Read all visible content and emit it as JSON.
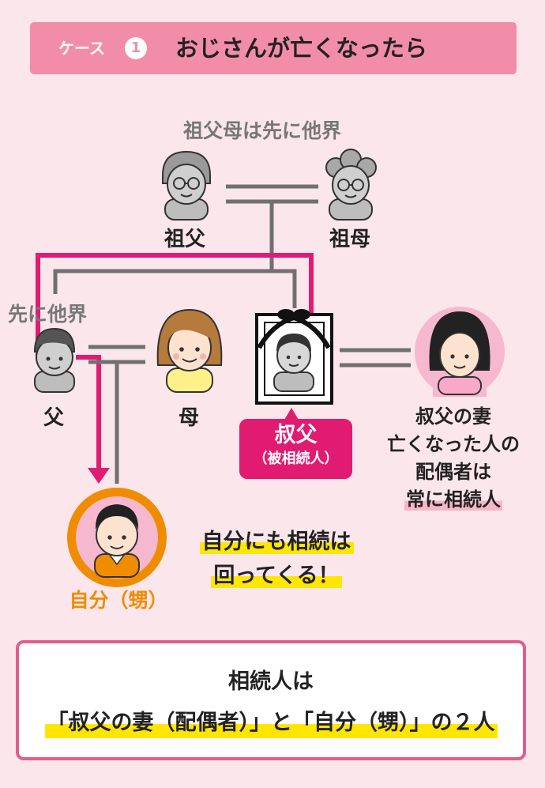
{
  "header": {
    "case_label": "ケース",
    "case_number": "1",
    "title": "おじさんが亡くなったら"
  },
  "notes": {
    "grandparents_deceased": "祖父母は先に他界",
    "father_deceased": "先に他界"
  },
  "people": {
    "grandfather": "祖父",
    "grandmother": "祖母",
    "father": "父",
    "mother": "母",
    "self": "自分（甥）"
  },
  "callout": {
    "name": "叔父",
    "role": "（被相続人）"
  },
  "wife_note": {
    "line1": "叔父の妻",
    "line2": "亡くなった人の",
    "line3": "配偶者は",
    "line4": "常に相続人"
  },
  "self_note": {
    "line1": "自分にも相続は",
    "line2": "回ってくる！"
  },
  "result": {
    "line1": "相続人は",
    "line2": "「叔父の妻（配偶者）」と「自分（甥）」の２人"
  },
  "colors": {
    "background": "#fbe6ec",
    "header": "#f28da9",
    "accent_magenta": "#e21b72",
    "self_orange": "#f08c00",
    "highlight_yellow": "#ffe600",
    "line_gray": "#707070"
  }
}
